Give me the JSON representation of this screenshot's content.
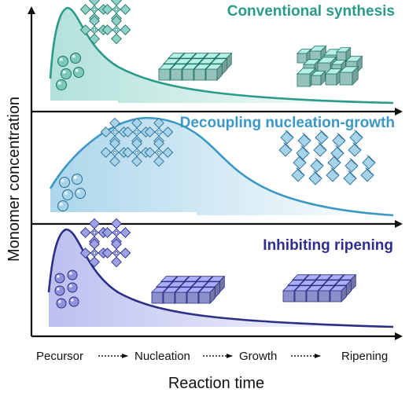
{
  "y_axis_label": "Monomer concentration",
  "x_axis_label": "Reaction time",
  "stages": [
    "Pecursor",
    "Nucleation",
    "Growth",
    "Ripening"
  ],
  "panels": [
    {
      "title": "Conventional synthesis",
      "color": "#2a9a8a",
      "fill": "#a9ded6",
      "stroke": "#1f7468"
    },
    {
      "title": "Decoupling nucleation-growth",
      "color": "#3b98c4",
      "fill": "#a7d4ea",
      "stroke": "#2b6f95"
    },
    {
      "title": "Inhibiting ripening",
      "color": "#2e2e8f",
      "fill": "#9ea2e6",
      "stroke": "#2b2f86"
    }
  ]
}
